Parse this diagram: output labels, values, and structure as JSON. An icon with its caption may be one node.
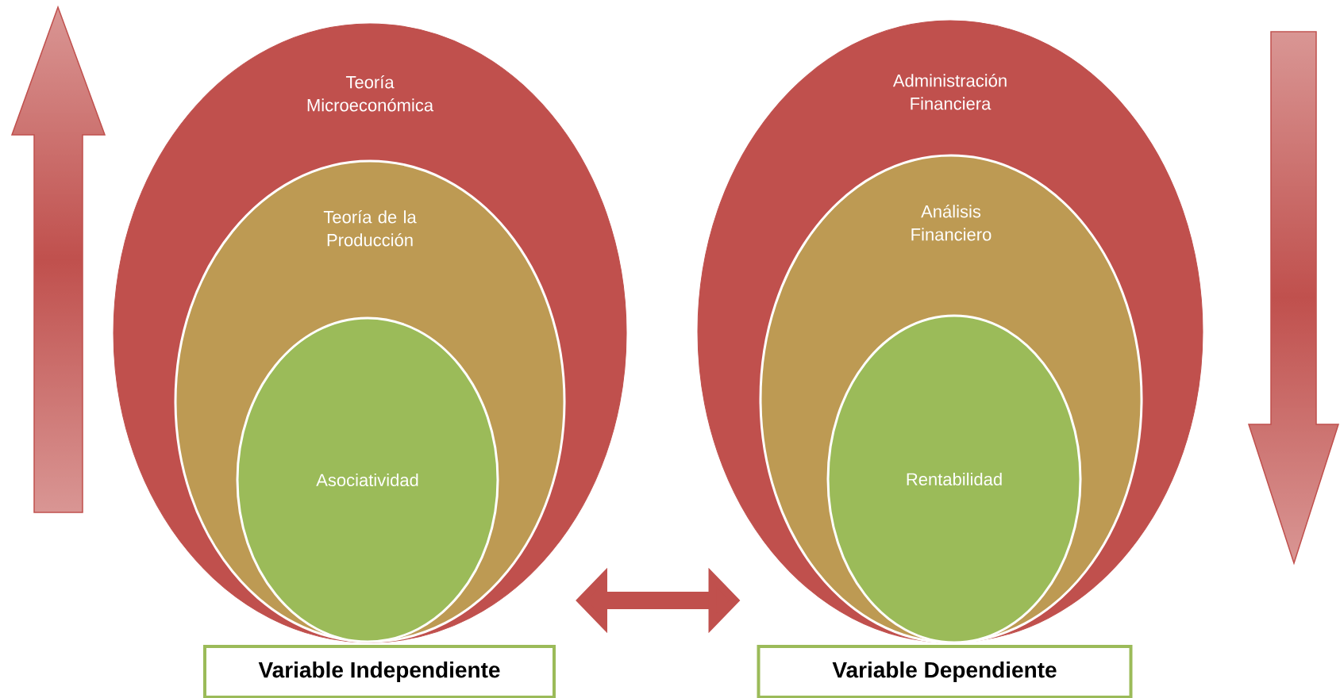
{
  "diagram": {
    "nodes": [
      {
        "text": [
          "Teoría Microeconómica"
        ]
      },
      {
        "text": [
          "Teoría de la Producción"
        ],
        "in": 0
      },
      {
        "text": [
          "Asociatividad"
        ],
        "in": 1
      },
      {
        "text": [
          "Administración Financiera"
        ]
      },
      {
        "text": [
          "Análisis Financiero"
        ],
        "in": 3
      },
      {
        "text": [
          "Rentabilidad"
        ],
        "in": 4
      },
      {
        "text": [
          "Variable Independiente"
        ]
      },
      {
        "text": [
          "Variable Dependiente"
        ]
      }
    ],
    "edges": [
      {
        "from": 6,
        "to": 7,
        "arrow": "both"
      }
    ]
  }
}
